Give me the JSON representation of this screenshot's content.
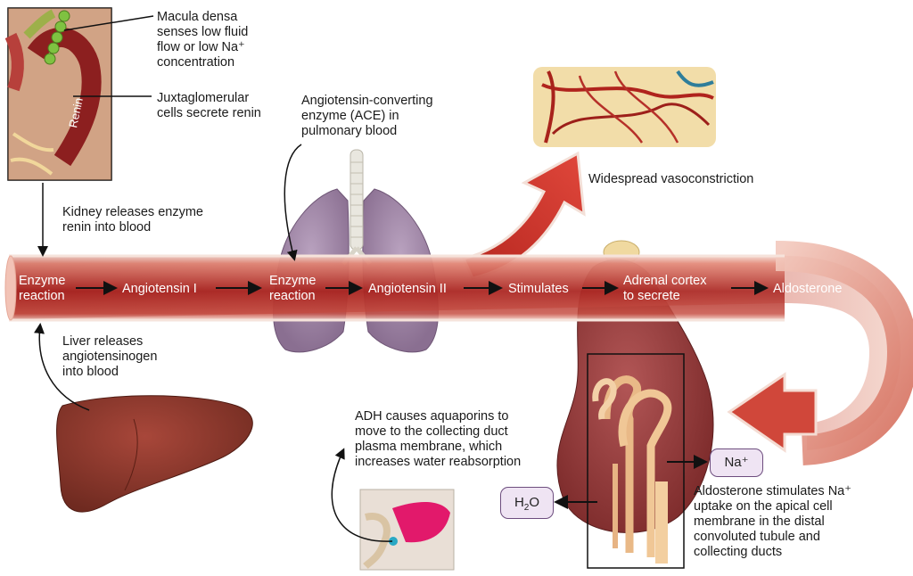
{
  "labels": {
    "macula_densa": [
      "Macula densa",
      "senses low fluid",
      "flow or low Na⁺",
      "concentration"
    ],
    "juxtaglomerular": [
      "Juxtaglomerular",
      "cells secrete renin"
    ],
    "renin_tag": "Renin",
    "ace": [
      "Angiotensin-converting",
      "enzyme (ACE) in",
      "pulmonary blood"
    ],
    "vasoconstriction": "Widespread vasoconstriction",
    "kidney_releases": [
      "Kidney releases enzyme",
      "renin into blood"
    ],
    "liver_releases": [
      "Liver releases",
      "angiotensinogen",
      "into blood"
    ],
    "adh": [
      "ADH causes aquaporins to",
      "move to the collecting duct",
      "plasma membrane, which",
      "increases water reabsorption"
    ],
    "aldosterone_stimulates": [
      "Aldosterone stimulates Na⁺",
      "uptake on the apical cell",
      "membrane in the distal",
      "convoluted tubule and",
      "collecting ducts"
    ]
  },
  "flow_steps": {
    "enzyme_reaction_1": [
      "Enzyme",
      "reaction"
    ],
    "angiotensin_1": "Angiotensin I",
    "enzyme_reaction_2": [
      "Enzyme",
      "reaction"
    ],
    "angiotensin_2": "Angiotensin II",
    "stimulates": "Stimulates",
    "adrenal": [
      "Adrenal cortex",
      "to secrete"
    ],
    "aldosterone": "Aldosterone"
  },
  "ions": {
    "na": "Na⁺",
    "h2o_main": "H",
    "h2o_sub": "2",
    "h2o_end": "O"
  },
  "colors": {
    "vessel_dark": "#9e1b1b",
    "vessel_mid": "#c8403a",
    "vessel_light": "#f2c7bd",
    "vessel_edge": "#f6e3db",
    "kidney": "#9c4040",
    "lung": "#a48aaa",
    "liver": "#8f3a2c",
    "nephron": "#f3cfa0",
    "ion_fill": "#efe4f3",
    "ion_border": "#6d4d7e"
  }
}
